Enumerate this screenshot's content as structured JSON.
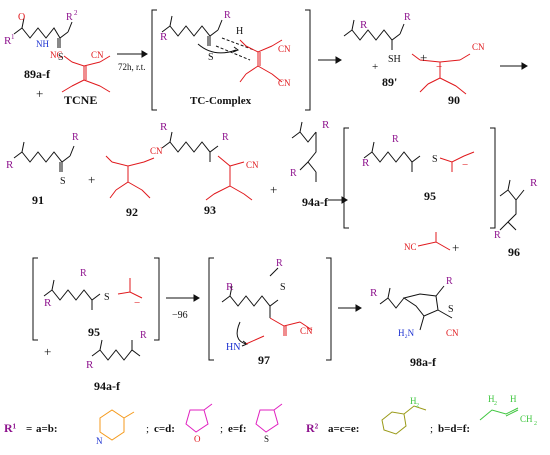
{
  "compounds": {
    "c89": "89a-f",
    "tcne": "TCNE",
    "tc_complex": "TC-Complex",
    "c89p": "89'",
    "c90": "90",
    "c91": "91",
    "c92": "92",
    "c93": "93",
    "c94": "94a-f",
    "c95": "95",
    "c96": "96",
    "c97": "97",
    "c98": "98a-f"
  },
  "conditions": {
    "time_temp": "72h, r.t.",
    "loss_96": "−96"
  },
  "atoms": {
    "R1": "R",
    "R2": "R",
    "sup1": "1",
    "sup2": "2",
    "N": "N",
    "H": "H",
    "S": "S",
    "O": "O",
    "C": "C",
    "NC": "NC",
    "CN": "CN",
    "SH": "SH",
    "NH": "NH",
    "HN": "HN",
    "NH2": "H₂N",
    "plus": "+",
    "minus": "−"
  },
  "legend": {
    "r1": "R¹",
    "eq": "=",
    "ab": "a=b:",
    "cd": "c=d:",
    "ef": "e=f:",
    "r2": "R²",
    "ace": "a=c=e:",
    "bdf": "b=d=f:",
    "sep": ";",
    "H2": "H",
    "sub2": "2",
    "CH2": "CH",
    "N": "N",
    "O": "O",
    "S": "S",
    "H": "H"
  },
  "colors": {
    "black": "#111111",
    "blue": "#1a2fd0",
    "purple": "#8e138e",
    "red": "#e0181c",
    "green": "#3ec63e",
    "orange": "#f59a1c",
    "magenta": "#e020c0",
    "olive": "#9a9a18"
  }
}
